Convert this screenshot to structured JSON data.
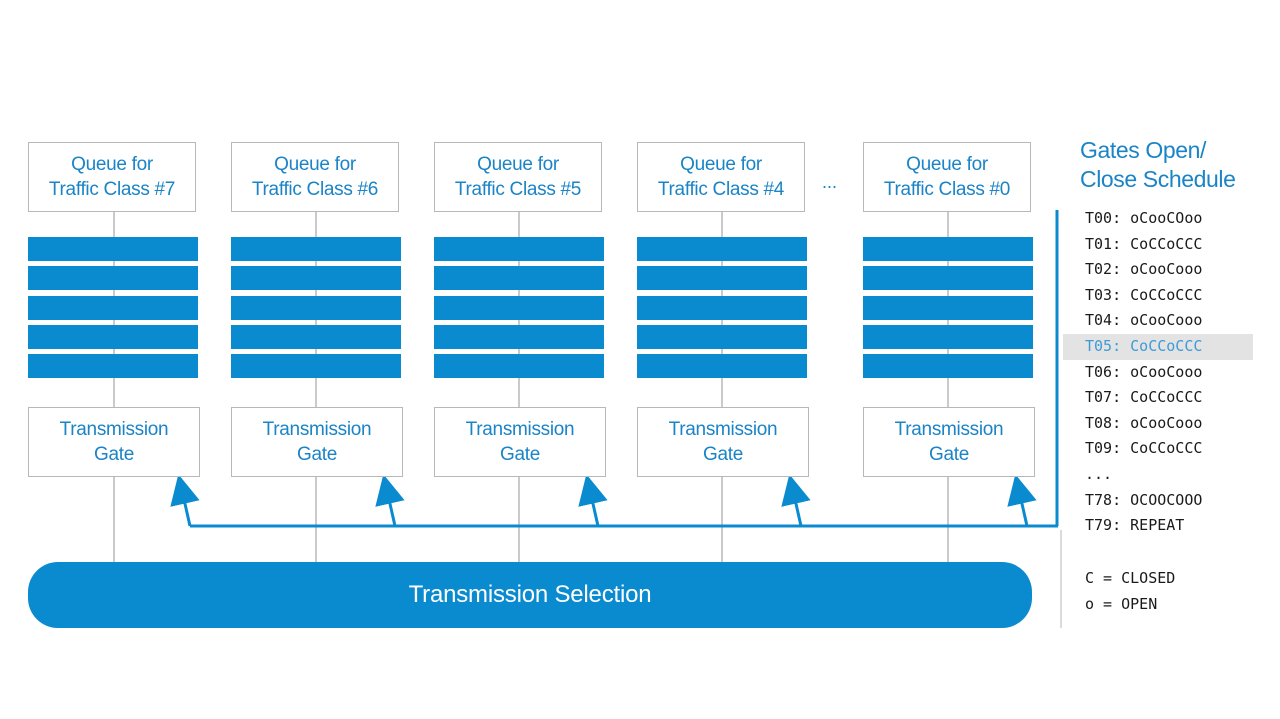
{
  "queues": [
    {
      "line1": "Queue for",
      "line2": "Traffic Class #7"
    },
    {
      "line1": "Queue for",
      "line2": "Traffic Class #6"
    },
    {
      "line1": "Queue for",
      "line2": "Traffic Class #5"
    },
    {
      "line1": "Queue for",
      "line2": "Traffic Class #4"
    },
    {
      "line1": "Queue for",
      "line2": "Traffic Class #0"
    }
  ],
  "ellipsis": "...",
  "gates": [
    {
      "line1": "Transmission",
      "line2": "Gate"
    },
    {
      "line1": "Transmission",
      "line2": "Gate"
    },
    {
      "line1": "Transmission",
      "line2": "Gate"
    },
    {
      "line1": "Transmission",
      "line2": "Gate"
    },
    {
      "line1": "Transmission",
      "line2": "Gate"
    }
  ],
  "selection_label": "Transmission Selection",
  "schedule": {
    "title_line1": "Gates Open/",
    "title_line2": "Close Schedule",
    "entries": [
      "T00: oCooCOoo",
      "T01: CoCCoCCC",
      "T02: oCooCooo",
      "T03: CoCCoCCC",
      "T04: oCooCooo",
      "T05: CoCCoCCC",
      "T06: oCooCooo",
      "T07: CoCCoCCC",
      "T08: oCooCooo",
      "T09: CoCCoCCC",
      "...",
      "T78: OCOOCOOO",
      "T79: REPEAT"
    ],
    "highlighted_entry": "T05: CoCCoCCC"
  },
  "legend": [
    "C = CLOSED",
    "o = OPEN"
  ],
  "colors": {
    "accent": "#0a8bd0",
    "text_blue": "#1a84c7",
    "border": "#b8b8b8",
    "highlight_bg": "#e3e3e3"
  }
}
